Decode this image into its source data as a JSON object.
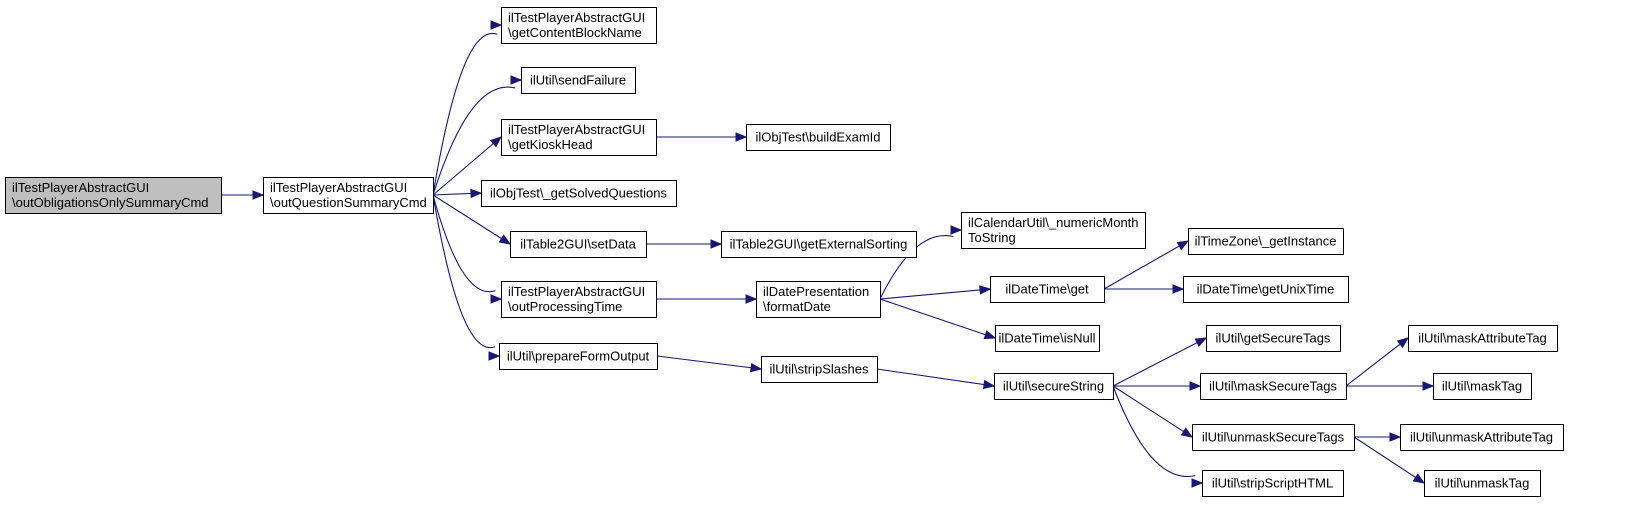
{
  "colors": {
    "edge": "#191970",
    "root_fill": "#bfbfbf",
    "node_fill": "#ffffff",
    "border": "#000000"
  },
  "nodes": [
    {
      "id": "n0",
      "lines": [
        "ilTestPlayerAbstractGUI",
        "\\outObligationsOnlySummaryCmd"
      ],
      "root": true
    },
    {
      "id": "n1",
      "lines": [
        "ilTestPlayerAbstractGUI",
        "\\outQuestionSummaryCmd"
      ]
    },
    {
      "id": "n2",
      "lines": [
        "ilTestPlayerAbstractGUI",
        "\\getContentBlockName"
      ]
    },
    {
      "id": "n3",
      "lines": [
        "ilUtil\\sendFailure"
      ]
    },
    {
      "id": "n4",
      "lines": [
        "ilTestPlayerAbstractGUI",
        "\\getKioskHead"
      ]
    },
    {
      "id": "n5",
      "lines": [
        "ilObjTest\\buildExamId"
      ]
    },
    {
      "id": "n6",
      "lines": [
        "ilObjTest\\_getSolvedQuestions"
      ]
    },
    {
      "id": "n7",
      "lines": [
        "ilTable2GUI\\setData"
      ]
    },
    {
      "id": "n8",
      "lines": [
        "ilTable2GUI\\getExternalSorting"
      ]
    },
    {
      "id": "n9",
      "lines": [
        "ilTestPlayerAbstractGUI",
        "\\outProcessingTime"
      ]
    },
    {
      "id": "n10",
      "lines": [
        "ilDatePresentation",
        "\\formatDate"
      ]
    },
    {
      "id": "n11",
      "lines": [
        "ilCalendarUtil\\_numericMonth",
        "ToString"
      ]
    },
    {
      "id": "n12",
      "lines": [
        "ilDateTime\\get"
      ]
    },
    {
      "id": "n13",
      "lines": [
        "ilTimeZone\\_getInstance"
      ]
    },
    {
      "id": "n14",
      "lines": [
        "ilDateTime\\getUnixTime"
      ]
    },
    {
      "id": "n15",
      "lines": [
        "ilDateTime\\isNull"
      ]
    },
    {
      "id": "n16",
      "lines": [
        "ilUtil\\prepareFormOutput"
      ]
    },
    {
      "id": "n17",
      "lines": [
        "ilUtil\\stripSlashes"
      ]
    },
    {
      "id": "n18",
      "lines": [
        "ilUtil\\secureString"
      ]
    },
    {
      "id": "n19",
      "lines": [
        "ilUtil\\getSecureTags"
      ]
    },
    {
      "id": "n20",
      "lines": [
        "ilUtil\\maskSecureTags"
      ]
    },
    {
      "id": "n21",
      "lines": [
        "ilUtil\\maskAttributeTag"
      ]
    },
    {
      "id": "n22",
      "lines": [
        "ilUtil\\maskTag"
      ]
    },
    {
      "id": "n23",
      "lines": [
        "ilUtil\\unmaskSecureTags"
      ]
    },
    {
      "id": "n24",
      "lines": [
        "ilUtil\\unmaskAttributeTag"
      ]
    },
    {
      "id": "n25",
      "lines": [
        "ilUtil\\stripScriptHTML"
      ]
    },
    {
      "id": "n26",
      "lines": [
        "ilUtil\\unmaskTag"
      ]
    }
  ],
  "edges": [
    [
      "n0",
      "n1"
    ],
    [
      "n1",
      "n2"
    ],
    [
      "n1",
      "n3"
    ],
    [
      "n1",
      "n4"
    ],
    [
      "n1",
      "n6"
    ],
    [
      "n1",
      "n7"
    ],
    [
      "n1",
      "n9"
    ],
    [
      "n1",
      "n16"
    ],
    [
      "n4",
      "n5"
    ],
    [
      "n7",
      "n8"
    ],
    [
      "n9",
      "n10"
    ],
    [
      "n10",
      "n11"
    ],
    [
      "n10",
      "n12"
    ],
    [
      "n10",
      "n15"
    ],
    [
      "n12",
      "n13"
    ],
    [
      "n12",
      "n14"
    ],
    [
      "n16",
      "n17"
    ],
    [
      "n17",
      "n18"
    ],
    [
      "n18",
      "n19"
    ],
    [
      "n18",
      "n20"
    ],
    [
      "n18",
      "n23"
    ],
    [
      "n18",
      "n25"
    ],
    [
      "n20",
      "n21"
    ],
    [
      "n20",
      "n22"
    ],
    [
      "n23",
      "n24"
    ],
    [
      "n23",
      "n26"
    ]
  ]
}
